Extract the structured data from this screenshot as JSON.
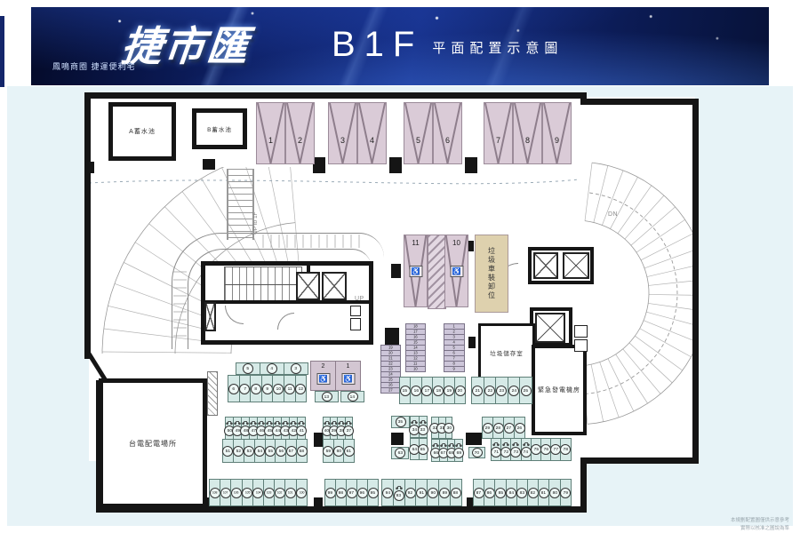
{
  "banner": {
    "logo": "捷市匯",
    "tagline": "鳳鳴商圈 捷運便利宅",
    "floor": "B1F",
    "title": "平面配置示意圖"
  },
  "plan": {
    "rooms": {
      "tank_a": "A蓄水池",
      "tank_b": "B蓄水池",
      "taipower": "台電配電場所",
      "generator": "緊急發電機房",
      "garbage_storage": "垃圾儲存室",
      "garbage_truck_bay": "垃圾車裝卸位"
    },
    "ramp_labels": {
      "up_to_1f": "UP to 1F",
      "up": "UP",
      "dn": "DN"
    },
    "colors": {
      "banner_navy": "#0d1f63",
      "car_space_pink": "#dacbd7",
      "moto_slot_lavender": "#cdc6d9",
      "scooter_teal": "#d6eae7",
      "truck_bay_tan": "#ded1ae",
      "plan_bg": "#e7f3f7"
    },
    "groups": [
      {
        "id": "car-1-2",
        "kind": "car",
        "cells": [
          "1",
          "2"
        ]
      },
      {
        "id": "car-3-4",
        "kind": "car",
        "cells": [
          "3",
          "4"
        ]
      },
      {
        "id": "car-5-6",
        "kind": "car",
        "cells": [
          "5",
          "6"
        ]
      },
      {
        "id": "car-7-9",
        "kind": "car",
        "cells": [
          "7",
          "8",
          "9"
        ]
      },
      {
        "id": "car-acc",
        "kind": "car-acc",
        "cells": [
          "11",
          "10"
        ]
      },
      {
        "id": "moto-a",
        "kind": "slot",
        "cells": [
          "19",
          "20",
          "21",
          "22",
          "23",
          "24",
          "25",
          "26",
          "27"
        ]
      },
      {
        "id": "moto-b",
        "kind": "slot",
        "cells": [
          "18",
          "17",
          "16",
          "15",
          "14",
          "13",
          "12",
          "11",
          "10"
        ]
      },
      {
        "id": "moto-c",
        "kind": "slot",
        "cells": [
          "1",
          "2",
          "3",
          "4",
          "5",
          "6",
          "7",
          "8",
          "9"
        ]
      },
      {
        "id": "g-3-5",
        "kind": "circle-wide",
        "cells": [
          "5",
          "4",
          "3"
        ]
      },
      {
        "id": "g-6-12",
        "kind": "circle",
        "cells": [
          "6",
          "7",
          "8",
          "9",
          "10",
          "11",
          "12"
        ]
      },
      {
        "id": "g-acc-moto",
        "kind": "acc-moto",
        "cells": [
          "2",
          "1"
        ]
      },
      {
        "id": "g-13-14",
        "kind": "circle-wide",
        "cells": [
          "13",
          "14"
        ]
      },
      {
        "id": "g-15-20",
        "kind": "circle",
        "cells": [
          "15",
          "16",
          "17",
          "18",
          "19",
          "20"
        ]
      },
      {
        "id": "g-21-25",
        "kind": "circle",
        "cells": [
          "21",
          "22",
          "23",
          "24",
          "25"
        ]
      },
      {
        "id": "g-41-50",
        "kind": "circle-moto",
        "cells": [
          "50",
          "49",
          "48",
          "47",
          "46",
          "45",
          "44",
          "43",
          "42",
          "41"
        ]
      },
      {
        "id": "g-51-58",
        "kind": "circle",
        "cells": [
          "51",
          "52",
          "53",
          "54",
          "55",
          "56",
          "57",
          "58"
        ]
      },
      {
        "id": "g-37-40",
        "kind": "circle-moto",
        "cells": [
          "40",
          "39",
          "38",
          "37"
        ]
      },
      {
        "id": "g-59-61",
        "kind": "circle",
        "cells": [
          "59",
          "60",
          "61"
        ]
      },
      {
        "id": "g-35",
        "kind": "circle-wide",
        "cells": [
          "35"
        ]
      },
      {
        "id": "g-33-34",
        "kind": "circle-moto",
        "cells": [
          "34",
          "33"
        ]
      },
      {
        "id": "g-63",
        "kind": "circle-wide",
        "cells": [
          "63"
        ]
      },
      {
        "id": "g-64-65",
        "kind": "circle",
        "cells": [
          "64",
          "65"
        ]
      },
      {
        "id": "g-30-32",
        "kind": "circle",
        "cells": [
          "32",
          "31",
          "30"
        ]
      },
      {
        "id": "g-66-69",
        "kind": "circle-moto",
        "cells": [
          "66",
          "67",
          "68",
          "69"
        ]
      },
      {
        "id": "g-70",
        "kind": "circle-wide",
        "cells": [
          "70"
        ]
      },
      {
        "id": "g-26-29",
        "kind": "circle",
        "cells": [
          "29",
          "28",
          "27",
          "26"
        ]
      },
      {
        "id": "g-71-78",
        "kind": "circle",
        "cells": [
          {
            "n": "71",
            "moto": true
          },
          {
            "n": "72",
            "moto": true
          },
          {
            "n": "73",
            "moto": true
          },
          {
            "n": "74",
            "moto": true
          },
          "75",
          "76",
          "77",
          "78"
        ]
      },
      {
        "id": "g-100-108",
        "kind": "circle",
        "cells": [
          "108",
          "107",
          "106",
          "105",
          "104",
          "103",
          "102",
          "101",
          "100"
        ]
      },
      {
        "id": "g-95-99",
        "kind": "circle",
        "cells": [
          "99",
          "98",
          "97",
          "96",
          "95"
        ]
      },
      {
        "id": "g-88-94",
        "kind": "circle",
        "cells": [
          "94",
          {
            "n": "93",
            "moto": true
          },
          "92",
          "91",
          "90",
          "89",
          "88"
        ]
      },
      {
        "id": "g-79-87",
        "kind": "circle",
        "cells": [
          "87",
          "86",
          "85",
          "84",
          "83",
          "82",
          "81",
          "80",
          "79"
        ]
      }
    ]
  },
  "footer": {
    "line1": "本規劃配置圖僅供示意參考",
    "line2": "實際以核准之圖說為準"
  }
}
